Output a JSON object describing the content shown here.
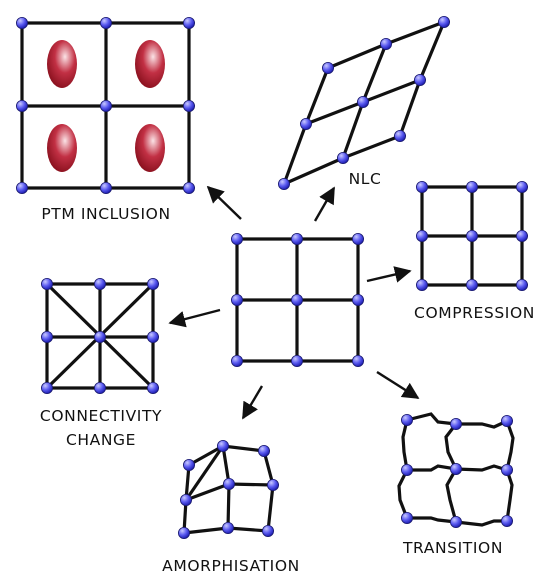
{
  "labels": {
    "ptm": "PTM INCLUSION",
    "nlc": "NLC",
    "compression": "COMPRESSION",
    "connectivity_line1": "CONNECTIVITY",
    "connectivity_line2": "CHANGE",
    "amorphisation": "AMORPHISATION",
    "transition": "TRANSITION"
  },
  "colors": {
    "edge": "#111111",
    "node_fill": "#4a4ae8",
    "node_highlight": "#b9b9ff",
    "inclusion_fill": "#a10d1d",
    "inclusion_highlight": "#f6d2d6"
  }
}
